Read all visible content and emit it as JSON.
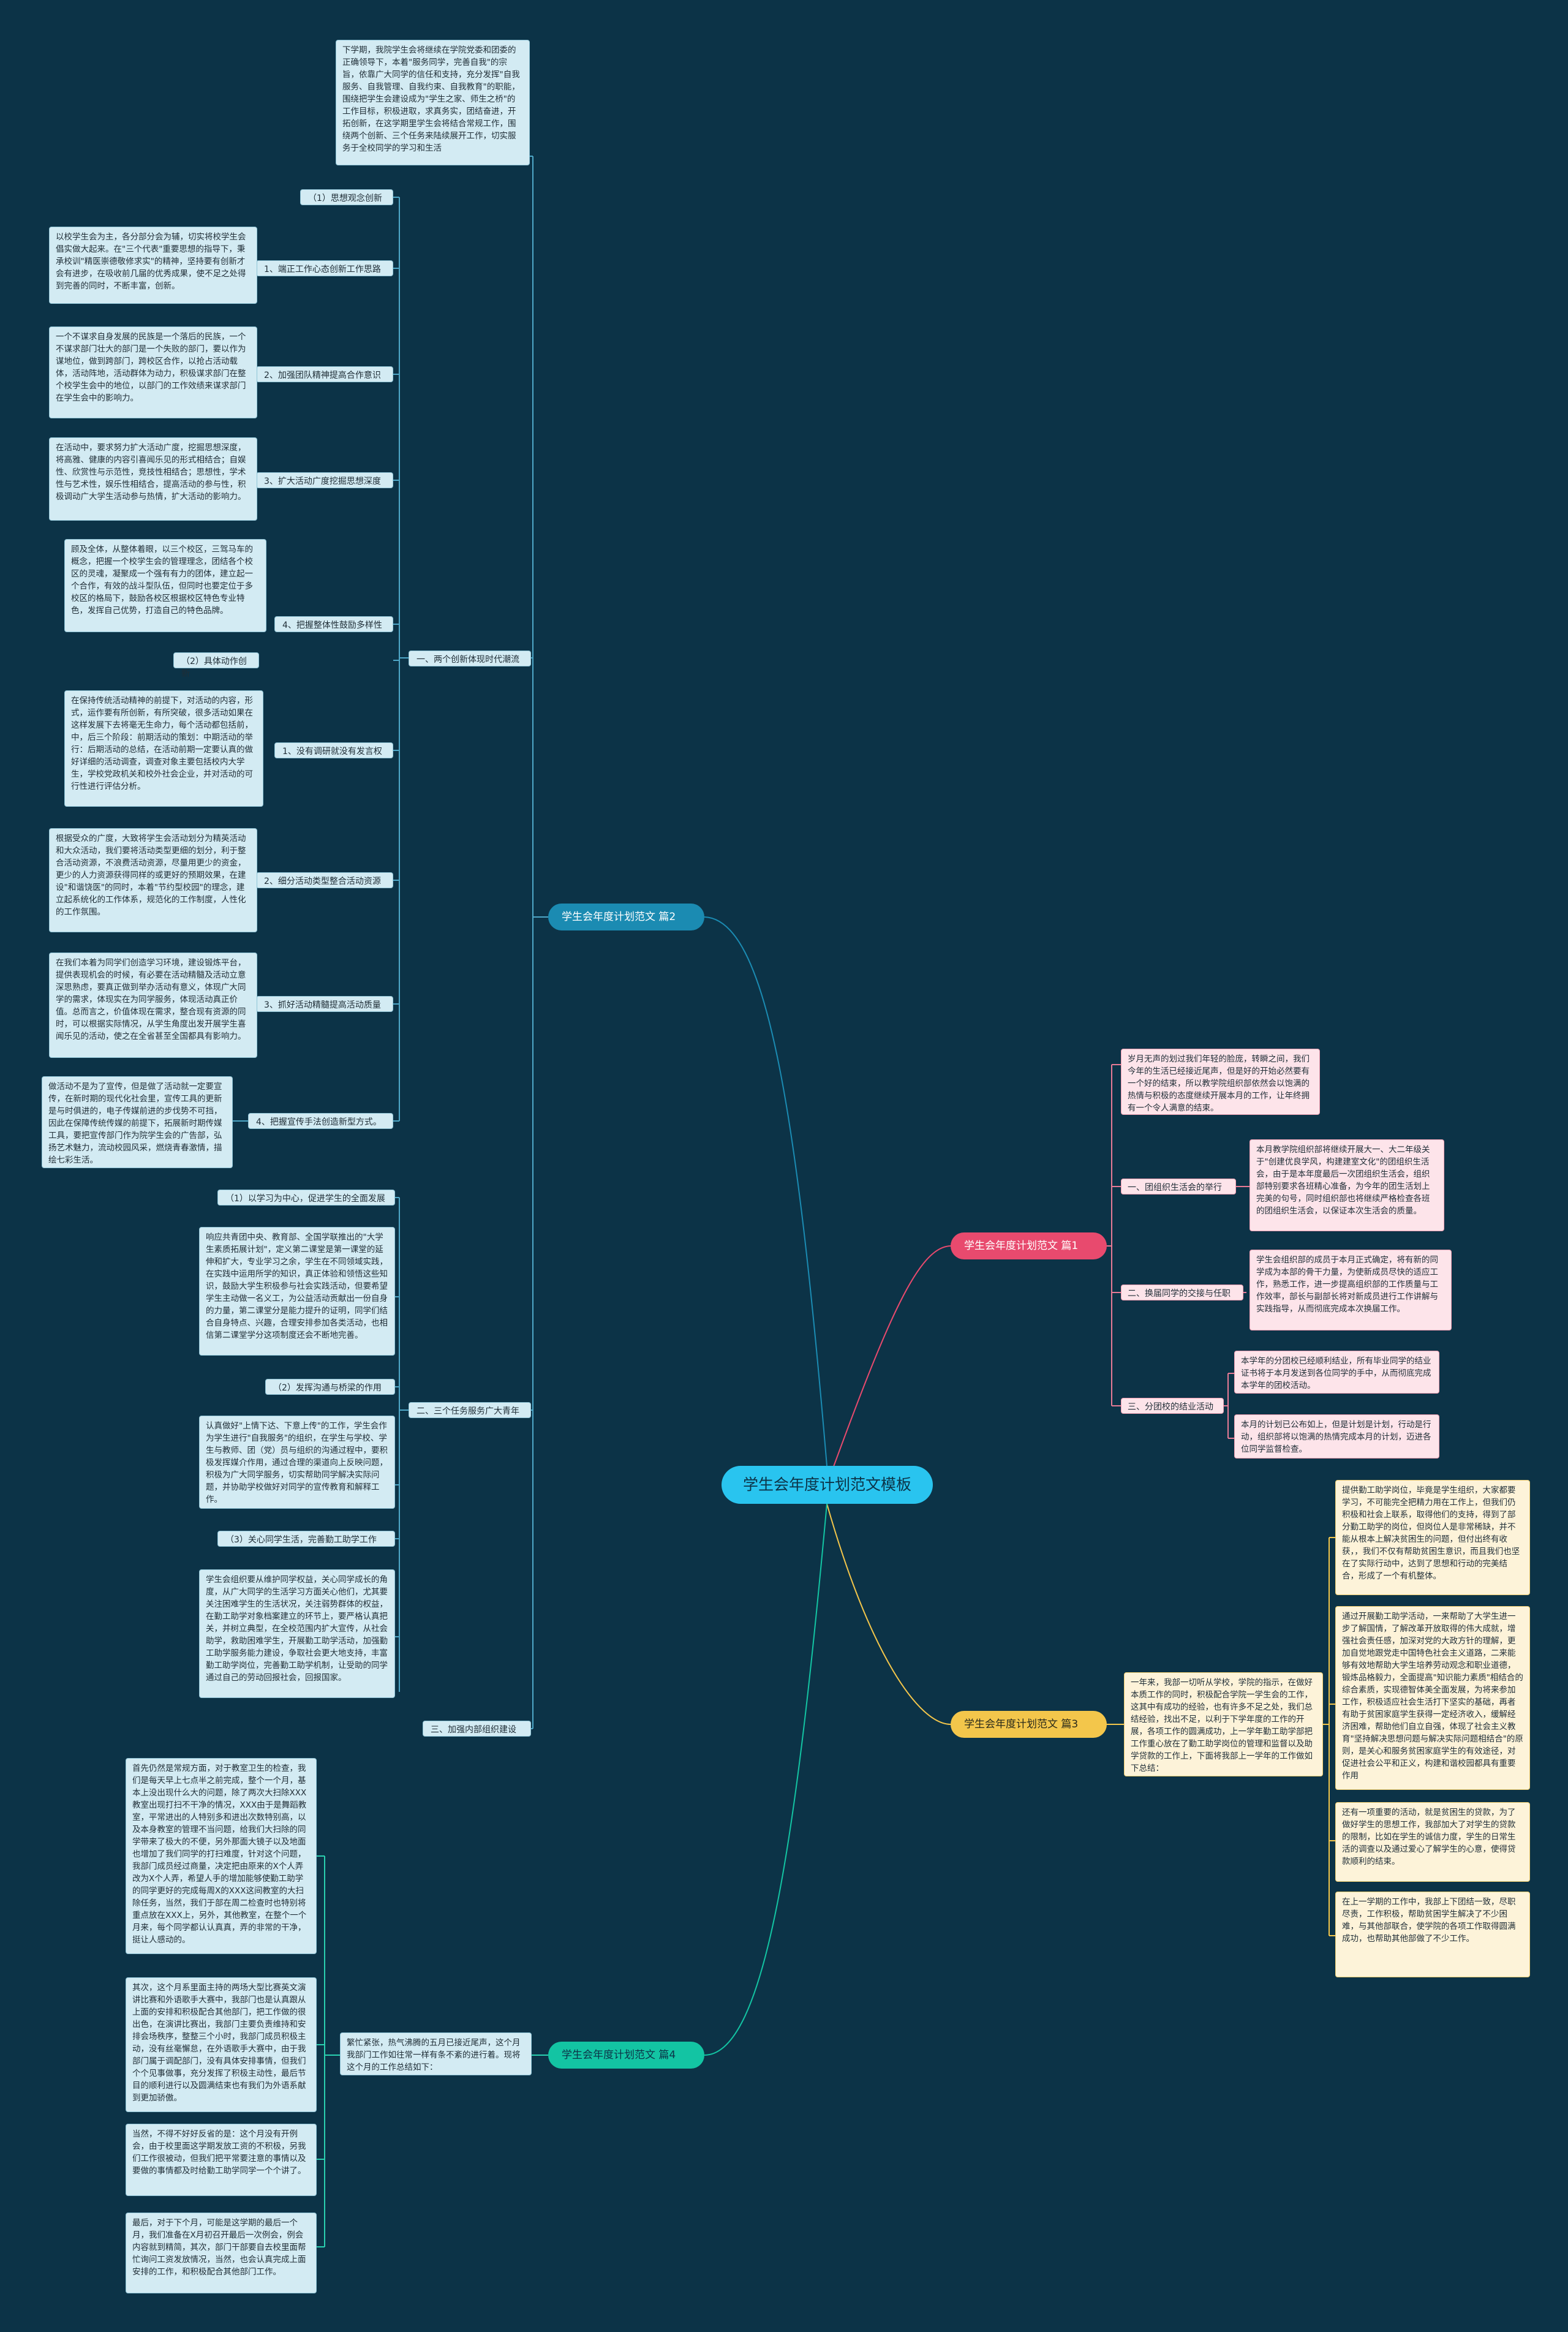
{
  "root": "学生会年度计划范文模板",
  "branches": {
    "b2": "学生会年度计划范文 篇2",
    "b1": "学生会年度计划范文 篇1",
    "b3": "学生会年度计划范文 篇3",
    "b4": "学生会年度计划范文 篇4"
  },
  "colors": {
    "background": "#0c3347",
    "root": "#29c4ef",
    "b2": "#1b8bb2",
    "b1": "#e84a6e",
    "b3": "#f3c64b",
    "b4": "#13c4a3"
  },
  "b2": {
    "intro": "下学期，我院学生会将继续在学院党委和团委的正确领导下，本着\"服务同学，完善自我\"的宗旨，依靠广大同学的信任和支持，充分发挥\"自我服务、自我管理、自我约束、自我教育\"的职能，围绕把学生会建设成为\"学生之家、师生之桥\"的工作目标，积极进取，求真务实，团结奋进，开拓创新，在这学期里学生会将结合常规工作，围绕两个创新、三个任务来陆续展开工作，切实服务于全校同学的学习和生活",
    "s1": {
      "label": "一、两个创新体现时代潮流",
      "a": {
        "label": "（1）思想观念创新"
      },
      "b": {
        "label": "1、端正工作心态创新工作思路",
        "text": "以校学生会为主，各分部分会为辅，切实将校学生会倡实做大起来。在\"三个代表\"重要思想的指导下，秉承校训\"精医崇德敬修求实\"的精神，坚持要有创新才会有进步，在吸收前几届的优秀成果，使不足之处得到完善的同时，不断丰富，创新。"
      },
      "c": {
        "label": "2、加强团队精神提高合作意识",
        "text": "一个不谋求自身发展的民族是一个落后的民族，一个不谋求部门壮大的部门是一个失败的部门，要以作为谋地位，做到跨部门，跨校区合作，以抢占活动载体，活动阵地，活动群体为动力，积极谋求部门在整个校学生会中的地位，以部门的工作效绩来谋求部门在学生会中的影响力。"
      },
      "d": {
        "label": "3、扩大活动广度挖掘思想深度",
        "text": "在活动中，要求努力扩大活动广度，挖掘思想深度，将高雅、健康的内容引喜闻乐见的形式相结合；自娱性、欣赏性与示范性，竞技性相结合；思想性，学术性与艺术性，娱乐性相结合，提高活动的参与性，积极调动广大学生活动参与热情，扩大活动的影响力。"
      },
      "e": {
        "label": "4、把握整体性鼓励多样性",
        "text": "顾及全体，从整体着眼，以三个校区，三驾马车的概念，把握一个校学生会的管理理念，团结各个校区的灵魂，凝聚成一个强有有力的团体，建立起一个合作，有效的战斗型队伍，但同时也要定位于多校区的格局下，鼓励各校区根据校区特色专业特色，发挥自己优势，打造自己的特色品牌。"
      },
      "f": {
        "label": "（2）具体动作创新"
      },
      "g": {
        "label": "1、没有调研就没有发言权",
        "text": "在保持传统活动精神的前提下，对活动的内容，形式，运作要有所创新，有所突破，很多活动如果在这样发展下去将毫无生命力，每个活动都包括前，中，后三个阶段：前期活动的策划：中期活动的举行：后期活动的总结，在活动前期一定要认真的做好详细的活动调查，调查对象主要包括校内大学生，学校党政机关和校外社会企业，并对活动的可行性进行评估分析。"
      },
      "h": {
        "label": "2、细分活动类型整合活动资源",
        "text": "根据受众的广度，大致将学生会活动划分为精英活动和大众活动，我们要将活动类型更细的划分，利于整合活动资源，不浪费活动资源，尽量用更少的资金，更少的人力资源获得同样的或更好的预期效果，在建设\"和谐饶医\"的同时，本着\"节约型校园\"的理念，建立起系统化的工作体系，规范化的工作制度，人性化的工作氛围。"
      },
      "i": {
        "label": "3、抓好活动精髓提高活动质量",
        "text": "在我们本着为同学们创造学习环境，建设锻炼平台，提供表现机会的时候，有必要在活动精髓及活动立意深思熟虑，要真正做到举办活动有意义，体现广大同学的需求，体现实在为同学服务，体现活动真正价值。总而言之，价值体现在需求，整合现有资源的同时，可以根据实际情况，从学生角度出发开展学生喜闻乐见的活动，使之在全省甚至全国都具有影响力。"
      },
      "j": {
        "label": "4、把握宣传手法创造新型方式。",
        "text": "做活动不是为了宣传，但是做了活动就一定要宣传，在新时期的现代化社会里，宣传工具的更新是与时俱进的，电子传媒前进的步伐势不可挡，因此在保障传统传媒的前提下，拓展新时期传媒工具，要把宣传部门作为院学生会的广告部，弘扬艺术魅力，流动校园风采，燃烧青春激情，描绘七彩生活。"
      }
    },
    "s2": {
      "label": "二、三个任务服务广大青年",
      "a": {
        "label": "（1）以学习为中心，促进学生的全面发展"
      },
      "a_text": "响应共青团中央、教育部、全国学联推出的\"大学生素质拓展计划\"，定义第二课堂是第一课堂的延伸和扩大，专业学习之余，学生在不同领域实践，在实践中运用所学的知识，真正体验和领悟这些知识，鼓励大学生积极参与社会实践活动，但要希望学生主动做一名义工，为公益活动贡献出一份自身的力量，第二课堂分是能力提升的证明，同学们结合自身特点、兴趣，合理安排参加各类活动，也相信第二课堂学分这项制度还会不断地完善。",
      "b": {
        "label": "（2）发挥沟通与桥梁的作用"
      },
      "b_text": "认真做好\"上情下达、下意上传\"的工作，学生会作为学生进行\"自我服务\"的组织，在学生与学校、学生与教师、团（党）员与组织的沟通过程中，要积极发挥媒介作用，通过合理的渠道向上反映问题，积极为广大同学服务，切实帮助同学解决实际问题，并协助学校做好对同学的宣传教育和解释工作。",
      "c": {
        "label": "（3）关心同学生活，完善勤工助学工作"
      },
      "c_text": "学生会组织要从维护同学权益，关心同学成长的角度，从广大同学的生活学习方面关心他们，尤其要关注困难学生的生活状况，关注弱势群体的权益，在勤工助学对象档案建立的环节上，要严格认真把关，并树立典型，在全校范围内扩大宣传，从社会助学，救助困难学生，开展勤工助学活动，加强勤工助学服务能力建设，争取社会更大地支持，丰富勤工助学岗位，完善勤工助学机制，让受助的同学通过自己的劳动回报社会，回报国家。"
    },
    "s3": {
      "label": "三、加强内部组织建设"
    }
  },
  "b1": {
    "intro": "岁月无声的划过我们年轻的脸庞，转瞬之间，我们今年的生活已经接近尾声，但是好的开始必然要有一个好的结束，所以教学院组织部依然会以饱满的热情与积极的态度继续开展本月的工作，让年终拥有一个令人满意的结束。",
    "s1": {
      "label": "一、团组织生活会的举行",
      "text": "本月教学院组织部将继续开展大一、大二年级关于\"创建优良学风，构建建室文化\"的团组织生活会，由于是本年度最后一次团组织生活会，组织部特别要求各班精心准备，为今年的团生活划上完美的句号，同时组织部也将继续严格检查各班的团组织生活会，以保证本次生活会的质量。"
    },
    "s2": {
      "label": "二、换届同学的交接与任职",
      "text": "学生会组织部的成员于本月正式确定，将有新的同学成为本部的骨干力量，为使新成员尽快的适应工作，熟悉工作，进一步提高组织部的工作质量与工作效率，部长与副部长将对新成员进行工作讲解与实践指导，从而彻底完成本次换届工作。"
    },
    "s3": {
      "label": "三、分团校的结业活动",
      "t1": "本学年的分团校已经顺利结业，所有毕业同学的结业证书将于本月发送到各位同学的手中，从而彻底完成本学年的团校活动。",
      "t2": "本月的计划已公布如上，但是计划是计划，行动是行动，组织部将以饱满的热情完成本月的计划，迈进各位同学监督检查。"
    }
  },
  "b3": {
    "intro": "一年来，我部一切听从学校，学院的指示，在做好本质工作的同时，积极配合学院一学生会的工作，这其中有成功的经验，也有许多不足之处，我们总结经验，找出不足，以利于下学年度的工作的开展，各项工作的圆满成功，上一学年勤工助学部把工作重心放在了勤工助学岗位的管理和监督以及助学贷款的工作上，下面将我部上一学年的工作做如下总结：",
    "t1": "提供勤工助学岗位，毕竟是学生组织，大家都要学习，不可能完全把精力用在工作上，但我们仍积极和社会上联系，取得他们的支持，得到了部分勤工助学的岗位，但岗位人是非常稀缺，并不能从根本上解决贫困生的问题，但付出终有收获，，我们不仅有帮助贫困生意识，而且我们也坚在了实际行动中，达到了思想和行动的完美结合，形成了一个有机整体。",
    "t2": "通过开展勤工助学活动，一来帮助了大学生进一步了解国情，了解改革开放取得的伟大成就，增强社会责任感，加深对党的大政方针的理解，更加自觉地跟党走中国特色社会主义道路，二来能够有效地帮助大学生培养劳动观念和职业道德，锻炼品格毅力，全面提高\"知识能力素质\"相结合的综合素质，实现德智体美全面发展，为将来参加工作，积极适应社会生活打下坚实的基础，再者有助于贫困家庭学生获得一定经济收入，缓解经济困难，帮助他们自立自强，体现了社会主义教育\"坚持解决思想问题与解决实际问题相结合\"的原则，是关心和服务贫困家庭学生的有效途径，对促进社会公平和正义，构建和谐校园都具有重要作用",
    "t3": "还有一项重要的活动，就是贫困生的贷款，为了做好学生的思想工作，我部加大了对学生的贷款的限制，比如在学生的诚信力度，学生的日常生活的调查以及通过爱心了解学生的心意，使得贷款顺利的结束。",
    "t4": "在上一学期的工作中，我部上下团结一致，尽职尽责，工作积极，帮助贫困学生解决了不少困难，与其他部联合，使学院的各项工作取得圆满成功，也帮助其他部做了不少工作。"
  },
  "b4": {
    "intro": "繁忙紧张，热气沸腾的五月已接近尾声，这个月我部门工作如往常一样有条不紊的进行着。现将这个月的工作总结如下：",
    "t1": "首先仍然是常规方面，对于教室卫生的检查，我们是每天早上七点半之前完成，整个一个月，基本上没出现什么大的问题，除了两次大扫除XXX教室出现打扫不干净的情况，XXX由于是舞蹈教室，平常进出的人特别多和进出次数特别高，以及本身教室的管理不当问题，给我们大扫除的同学带来了极大的不便，另外那面大镜子以及地面也增加了我们同学的打扫难度，针对这个问题，我部门成员经过商量，决定把由原来的X个人弄改为X个人弄，希望人手的增加能够使勤工助学的同学更好的完成每周X的XXX这间教室的大扫除任务，当然，我们于部在周二检查时也特别将重点放在XXX上，另外，其他教室，在整个一个月来，每个同学都认认真真，弄的非常的干净，挺让人感动的。",
    "t2": "其次，这个月系里面主持的两场大型比赛英文演讲比赛和外语歌手大赛中，我部门也是认真跟从上面的安排和积极配合其他部门，把工作做的很出色，在演讲比赛出，我部门主要负责维持和安排会场秩序，整整三个小时，我部门成员积极主动，没有丝毫懈怠，在外语歌手大赛中，由于我部门属于调配部门，没有具体安排事情，但我们个个见事做事，充分发挥了积极主动性，最后节目的顺利进行以及圆满结束也有我们为外语系献到更加骄傲。",
    "t3": "当然，不得不好好反省的是：这个月没有开例会，由于校里面这学期发放工资的不积极，另我们工作很被动，但我们把平常要注意的事情以及要做的事情都及时给勤工助学同学一个个讲了。",
    "t4": "最后，对于下个月，可能是这学期的最后一个月，我们准备在X月初召开最后一次例会，例会内容就到精简，其次，部门干部要自去校里面帮忙询问工资发放情况，当然，也会认真完成上面安排的工作，和积极配合其他部门工作。"
  }
}
